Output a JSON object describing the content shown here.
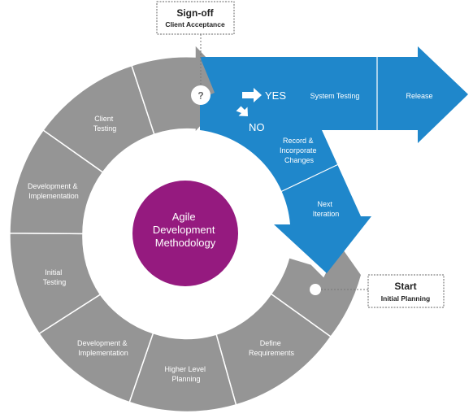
{
  "signoff": {
    "title": "Sign-off",
    "subtitle": "Client Acceptance"
  },
  "start": {
    "title": "Start",
    "subtitle": "Initial Planning"
  },
  "center": {
    "lines": [
      "Agile",
      "Development",
      "Methodology"
    ]
  },
  "question_mark": "?",
  "yes_label": "YES",
  "no_label": "NO",
  "cycle_segments": [
    {
      "lines": [
        "Define",
        "Requirements"
      ]
    },
    {
      "lines": [
        "Higher Level",
        "Planning"
      ]
    },
    {
      "lines": [
        "Development &",
        "Implementation"
      ]
    },
    {
      "lines": [
        "Initial",
        "Testing"
      ]
    },
    {
      "lines": [
        "Development &",
        "Implementation"
      ]
    },
    {
      "lines": [
        "Client",
        "Testing"
      ]
    }
  ],
  "blue_sections": {
    "system_testing": "System Testing",
    "release": "Release",
    "record": [
      "Record &",
      "Incorporate",
      "Changes"
    ],
    "next_iteration": [
      "Next",
      "Iteration"
    ]
  },
  "colors": {
    "gray": "#959595",
    "blue": "#1f87cb",
    "purple": "#951a7f",
    "divider": "#ffffff",
    "box_border": "#666666"
  }
}
